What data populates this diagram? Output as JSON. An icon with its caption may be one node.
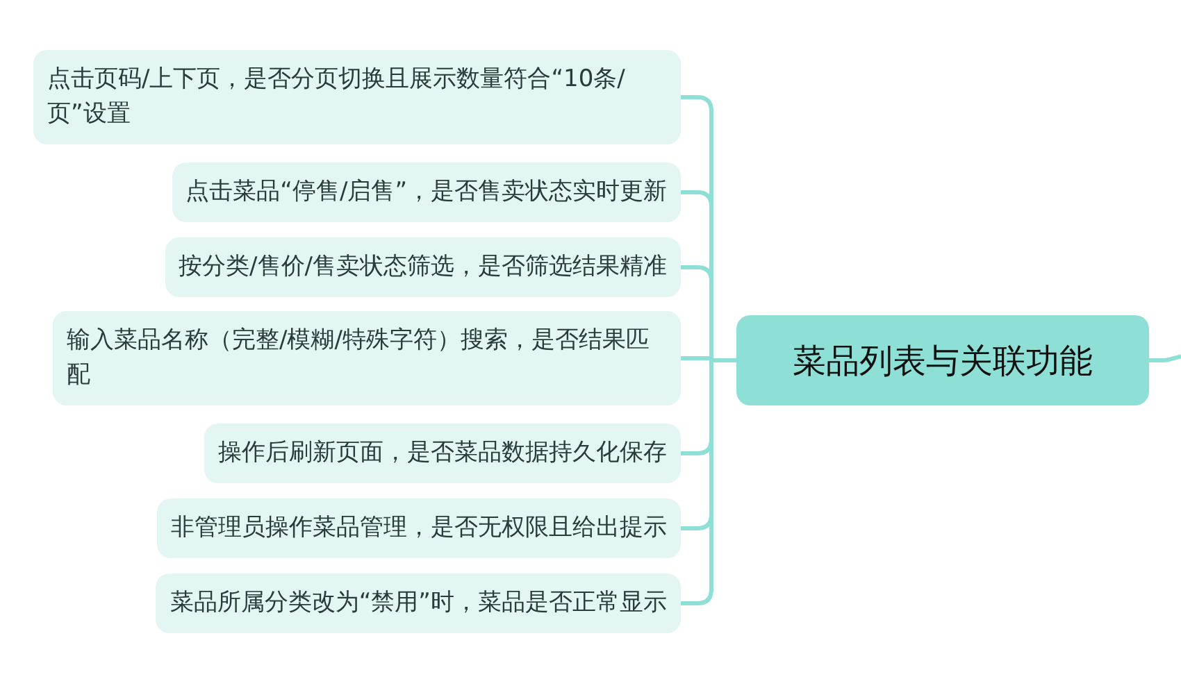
{
  "diagram": {
    "nodes": [
      {
        "text": [
          "菜品列表与关联功能"
        ]
      },
      {
        "text": [
          "点击页码/上下页，是否分页切换且展示数量符合“10条/页”设置"
        ]
      },
      {
        "text": [
          "点击菜品“停售/启售”，是否售卖状态实时更新"
        ]
      },
      {
        "text": [
          "按分类/售价/售卖状态筛选，是否筛选结果精准"
        ]
      },
      {
        "text": [
          "输入菜品名称（完整/模糊/特殊字符）搜索，是否结果匹配"
        ]
      },
      {
        "text": [
          "操作后刷新页面，是否菜品数据持久化保存"
        ]
      },
      {
        "text": [
          "非管理员操作菜品管理，是否无权限且给出提示"
        ]
      },
      {
        "text": [
          "菜品所属分类改为“禁用”时，菜品是否正常显示"
        ]
      }
    ],
    "edges": [
      {
        "from": 0,
        "to": 1,
        "arrow": "none"
      },
      {
        "from": 0,
        "to": 2,
        "arrow": "none"
      },
      {
        "from": 0,
        "to": 3,
        "arrow": "none"
      },
      {
        "from": 0,
        "to": 4,
        "arrow": "none"
      },
      {
        "from": 0,
        "to": 5,
        "arrow": "none"
      },
      {
        "from": 0,
        "to": 6,
        "arrow": "none"
      },
      {
        "from": 0,
        "to": 7,
        "arrow": "none"
      },
      {
        "from": 0,
        "to": null,
        "arrow": "none"
      }
    ]
  }
}
